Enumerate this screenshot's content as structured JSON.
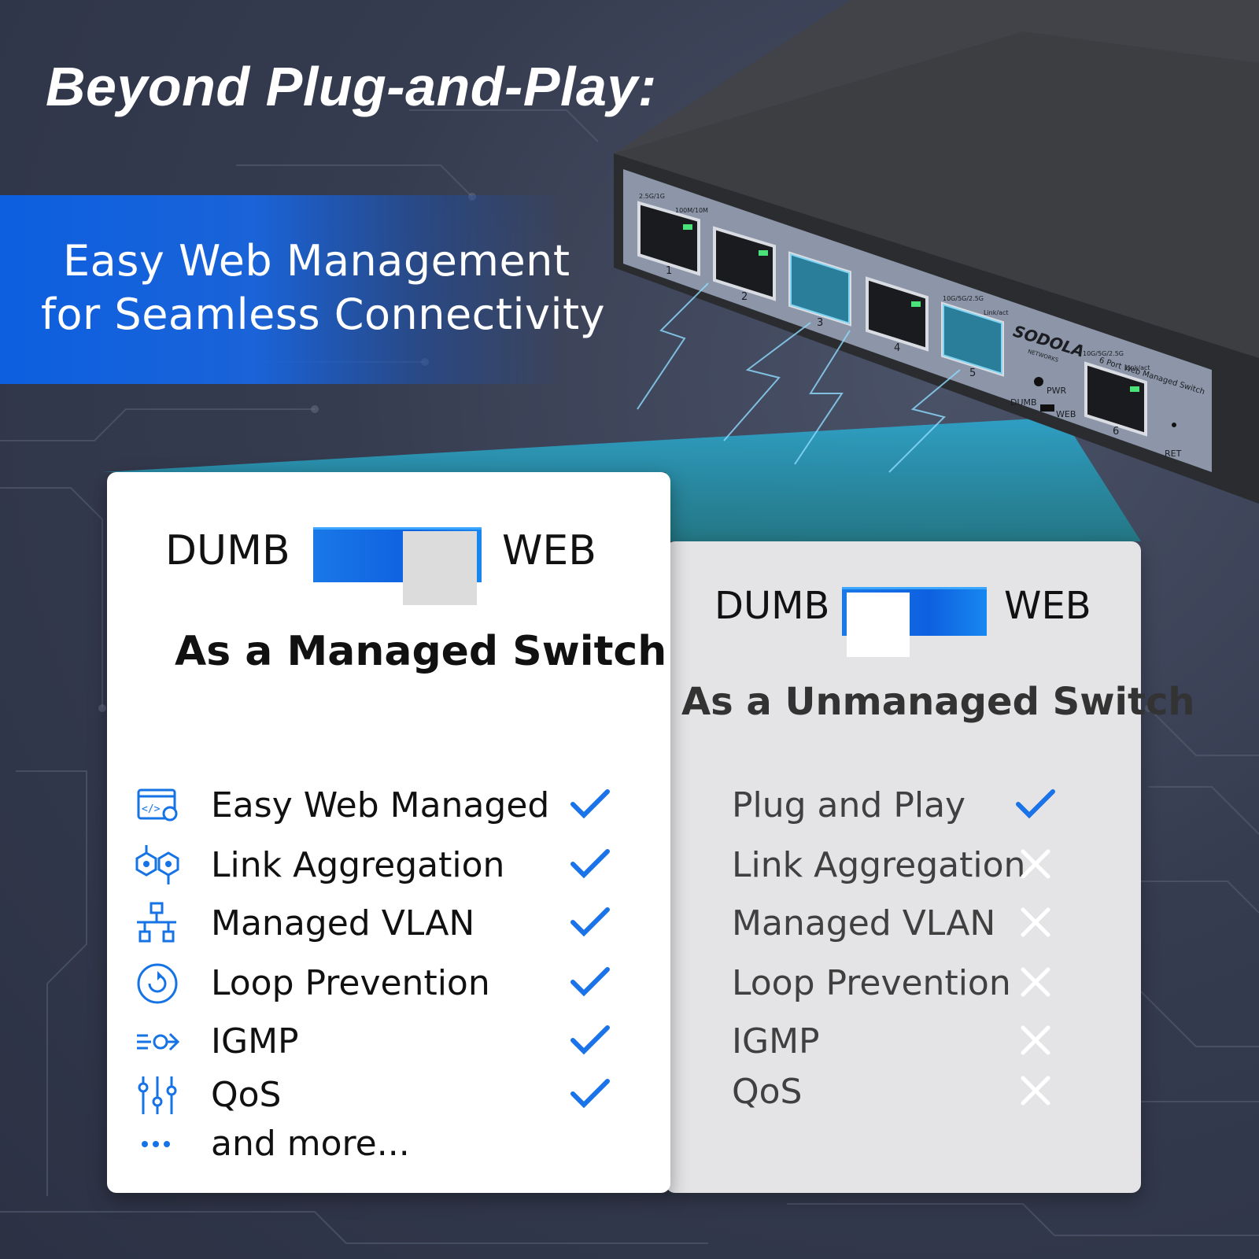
{
  "headline": "Beyond Plug-and-Play:",
  "banner": {
    "line1": "Easy Web Management",
    "line2": "for Seamless Connectivity"
  },
  "device": {
    "brand": "SODOLA",
    "brand_sub": "NETWORKS",
    "model": "6 Port Web Managed Switch",
    "port_numbers": [
      "1",
      "2",
      "3",
      "4",
      "5",
      "6"
    ],
    "port_label_1": "2.5G/1G",
    "port_label_1b": "100M/10M",
    "port_label_5": "10G/5G/2.5G",
    "port_label_5b": "Link/act",
    "port_label_6": "10G/5G/2.5G",
    "port_label_6b": "Link/act",
    "pwr": "PWR",
    "dumb": "DUMB",
    "web": "WEB",
    "ret": "RET"
  },
  "managed": {
    "switch_left": "DUMB",
    "switch_right": "WEB",
    "switch_position": "WEB",
    "title": "As a Managed Switch",
    "features": [
      {
        "icon": "web-settings-icon",
        "label": "Easy Web Managed",
        "mark": "check"
      },
      {
        "icon": "link-aggregation-icon",
        "label": "Link Aggregation",
        "mark": "check"
      },
      {
        "icon": "network-tree-icon",
        "label": "Managed VLAN",
        "mark": "check"
      },
      {
        "icon": "loop-icon",
        "label": "Loop Prevention",
        "mark": "check"
      },
      {
        "icon": "igmp-icon",
        "label": "IGMP",
        "mark": "check"
      },
      {
        "icon": "sliders-icon",
        "label": "QoS",
        "mark": "check"
      },
      {
        "icon": "ellipsis-icon",
        "label": "and more...",
        "mark": ""
      }
    ]
  },
  "unmanaged": {
    "switch_left": "DUMB",
    "switch_right": "WEB",
    "switch_position": "DUMB",
    "title": "As a Unmanaged Switch",
    "features": [
      {
        "label": "Plug and Play",
        "mark": "check"
      },
      {
        "label": "Link Aggregation",
        "mark": "cross"
      },
      {
        "label": "Managed VLAN",
        "mark": "cross"
      },
      {
        "label": "Loop Prevention",
        "mark": "cross"
      },
      {
        "label": "IGMP",
        "mark": "cross"
      },
      {
        "label": "QoS",
        "mark": "cross"
      }
    ]
  },
  "colors": {
    "accent": "#1673e6",
    "check": "#1a73e8",
    "cross": "#ffffff",
    "banner": "#0d5fe0"
  }
}
